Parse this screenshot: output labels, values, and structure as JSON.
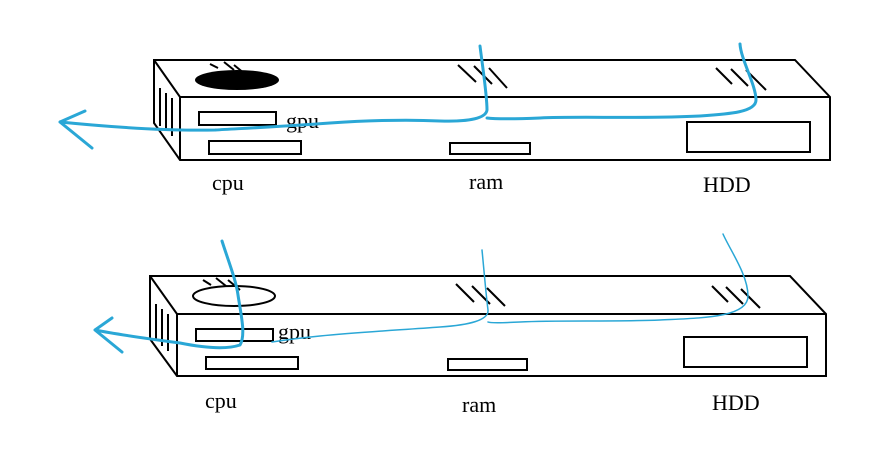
{
  "colors": {
    "outline": "#000000",
    "airflow": "#2aa7d6",
    "background": "#ffffff"
  },
  "diagrams": [
    {
      "labels": {
        "gpu": "gpu",
        "cpu": "cpu",
        "ram": "ram",
        "hdd": "HDD"
      },
      "fan": "filled",
      "airflow_line": "thick"
    },
    {
      "labels": {
        "gpu": "gpu",
        "cpu": "cpu",
        "ram": "ram",
        "hdd": "HDD"
      },
      "fan": "outline",
      "airflow_line": "thin"
    }
  ]
}
